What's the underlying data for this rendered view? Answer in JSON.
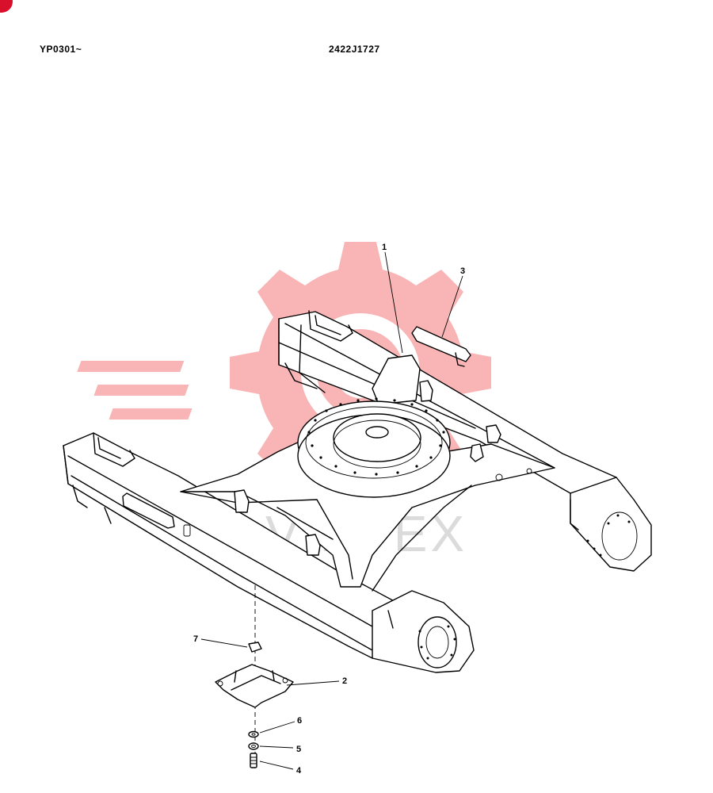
{
  "header": {
    "model_range": "YP0301~",
    "drawing_number": "2422J1727"
  },
  "watermark": {
    "text": "VIHTEX",
    "color": "#f25a5a",
    "icon": "gear-icon"
  },
  "callouts": [
    {
      "id": "1",
      "label": "1"
    },
    {
      "id": "2",
      "label": "2"
    },
    {
      "id": "3",
      "label": "3"
    },
    {
      "id": "4",
      "label": "4"
    },
    {
      "id": "5",
      "label": "5"
    },
    {
      "id": "6",
      "label": "6"
    },
    {
      "id": "7",
      "label": "7"
    }
  ]
}
